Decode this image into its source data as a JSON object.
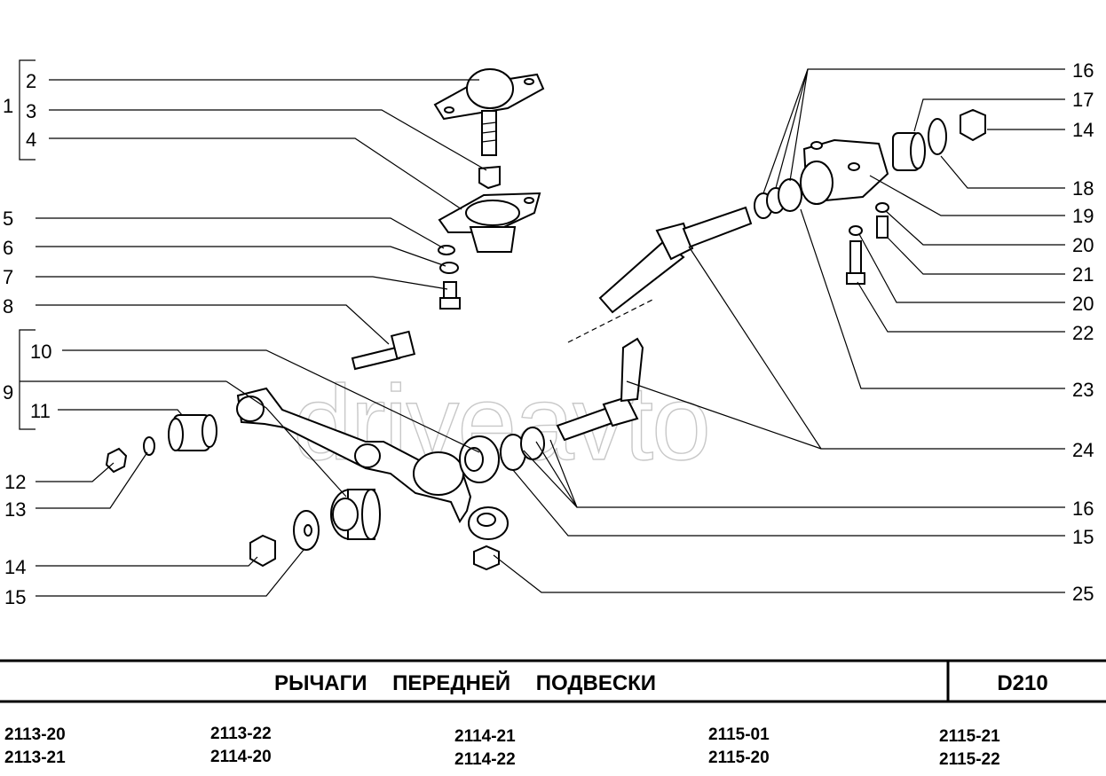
{
  "watermark": "driveavto",
  "title": "РЫЧАГИ ПЕРЕДНЕЙ ПОДВЕСКИ",
  "code": "D210",
  "models": [
    [
      "2113-20",
      "2113-21"
    ],
    [
      "2113-22",
      "2114-20"
    ],
    [
      "2114-21",
      "2114-22"
    ],
    [
      "2115-01",
      "2115-20"
    ],
    [
      "2115-21",
      "2115-22"
    ]
  ],
  "left_numbers": [
    "1",
    "2",
    "3",
    "4",
    "5",
    "6",
    "7",
    "8",
    "9",
    "10",
    "11",
    "12",
    "13",
    "14",
    "15"
  ],
  "right_numbers": [
    "16",
    "17",
    "14",
    "18",
    "19",
    "20",
    "21",
    "20",
    "22",
    "23",
    "24",
    "16",
    "15",
    "25"
  ]
}
